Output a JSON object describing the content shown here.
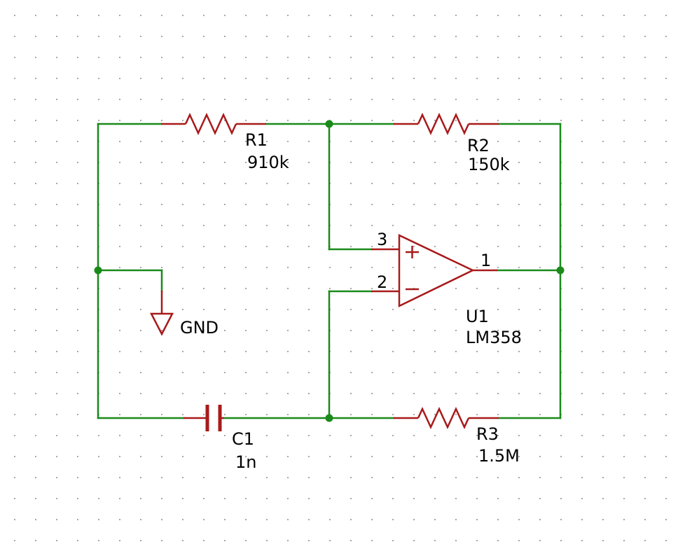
{
  "colors": {
    "wire": "#1a8a1a",
    "component": "#a81a1a",
    "junction": "#1a8a1a",
    "text": "#000000",
    "grid_dot": "#9a9a9a"
  },
  "components": {
    "r1": {
      "ref": "R1",
      "value": "910k"
    },
    "r2": {
      "ref": "R2",
      "value": "150k"
    },
    "r3": {
      "ref": "R3",
      "value": "1.5M"
    },
    "c1": {
      "ref": "C1",
      "value": "1n"
    },
    "u1": {
      "ref": "U1",
      "value": "LM358",
      "pin_plus": "3",
      "pin_minus": "2",
      "pin_out": "1"
    },
    "gnd": {
      "label": "GND"
    }
  }
}
